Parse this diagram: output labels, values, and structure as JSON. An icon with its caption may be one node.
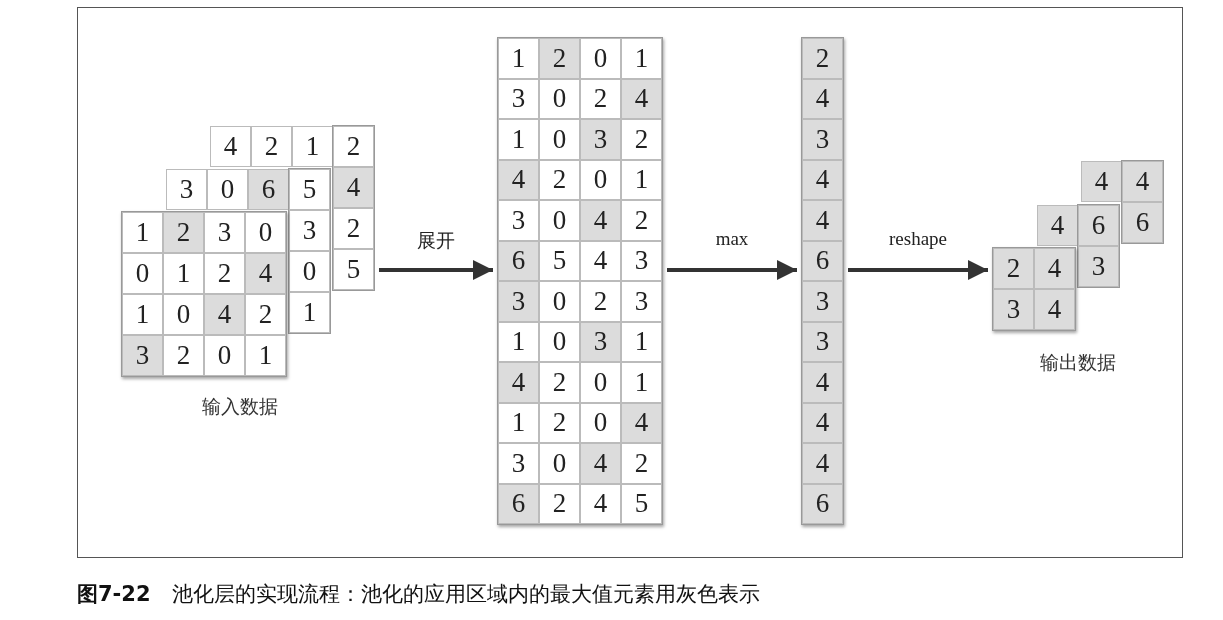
{
  "diagram": {
    "caption": "**图7-22**　池化层的实现流程：池化的应用区域内的最大值元素用灰色表示",
    "nodes": [
      {
        "text": [
          "4",
          "2",
          "1",
          "2",
          "4",
          "2",
          "5"
        ]
      },
      {
        "text": [
          "3",
          "0",
          "6",
          "5",
          "3",
          "0",
          "1"
        ]
      },
      {
        "text": [
          "1",
          "2",
          "3",
          "0",
          "0",
          "1",
          "2",
          "4",
          "1",
          "0",
          "4",
          "2",
          "3",
          "2",
          "0",
          "1"
        ],
        "beside": [
          "输入数据"
        ]
      },
      {
        "text": [
          "1",
          "2",
          "0",
          "1",
          "3",
          "0",
          "2",
          "4",
          "1",
          "0",
          "3",
          "2",
          "4",
          "2",
          "0",
          "1",
          "3",
          "0",
          "4",
          "2",
          "6",
          "5",
          "4",
          "3",
          "3",
          "0",
          "2",
          "3",
          "1",
          "0",
          "3",
          "1",
          "4",
          "2",
          "0",
          "1",
          "1",
          "2",
          "0",
          "4",
          "3",
          "0",
          "4",
          "2",
          "6",
          "2",
          "4",
          "5"
        ]
      },
      {
        "text": [
          "2",
          "4",
          "3",
          "4",
          "4",
          "6",
          "3",
          "3",
          "4",
          "4",
          "4",
          "6"
        ]
      },
      {
        "text": [
          "4",
          "4",
          "6"
        ]
      },
      {
        "text": [
          "4",
          "6",
          "3"
        ]
      },
      {
        "text": [
          "2",
          "4",
          "3",
          "4"
        ],
        "beside": [
          "输出数据"
        ]
      }
    ],
    "edges": [
      {
        "from": 0,
        "to": 3,
        "arrow": "to",
        "label": "展开"
      },
      {
        "from": 3,
        "to": 4,
        "arrow": "to",
        "label": "max"
      },
      {
        "from": 4,
        "to": 7,
        "arrow": "to",
        "label": "reshape"
      }
    ]
  }
}
